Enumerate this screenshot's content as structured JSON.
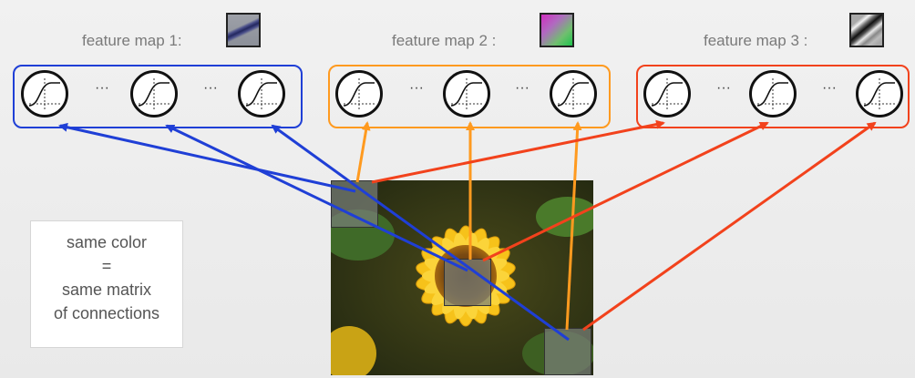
{
  "feature_maps": [
    {
      "title": "feature map 1:",
      "color": "#1f3fd6"
    },
    {
      "title": "feature map 2 :",
      "color": "#ff9a1f"
    },
    {
      "title": "feature map 3 :",
      "color": "#f2421c"
    }
  ],
  "ellipsis": "···",
  "legend": {
    "line1": "same color",
    "line2": "=",
    "line3": "same matrix",
    "line4": "of connections"
  },
  "colors": {
    "blue": "#1f3fd6",
    "orange": "#ff9a1f",
    "red": "#f2421c"
  },
  "icons": {
    "neuron": "sigmoid-neuron-icon",
    "image": "sunflower-image"
  }
}
